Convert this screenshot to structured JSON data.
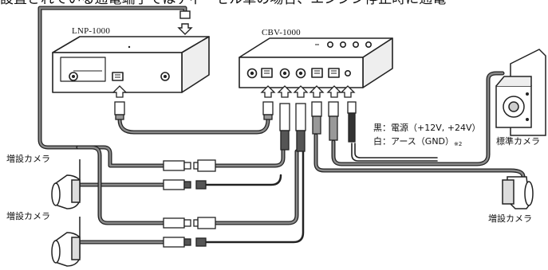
{
  "header": {
    "cut_text": "設置されている通電端子ではディーゼル車の場合、エンジン停止時に通電"
  },
  "devices": {
    "lnp": {
      "title": "LNP-1000"
    },
    "cbv": {
      "title": "CBV-1000"
    }
  },
  "cameras": {
    "extra_left_1": {
      "label": "増設カメラ"
    },
    "extra_left_2": {
      "label": "増設カメラ"
    },
    "extra_right": {
      "label": "増設カメラ"
    },
    "standard": {
      "label": "標準カメラ"
    }
  },
  "power": {
    "black": "黒：電源（+12V, +24V）",
    "white": "白：アース（GND）",
    "note": "※2"
  }
}
